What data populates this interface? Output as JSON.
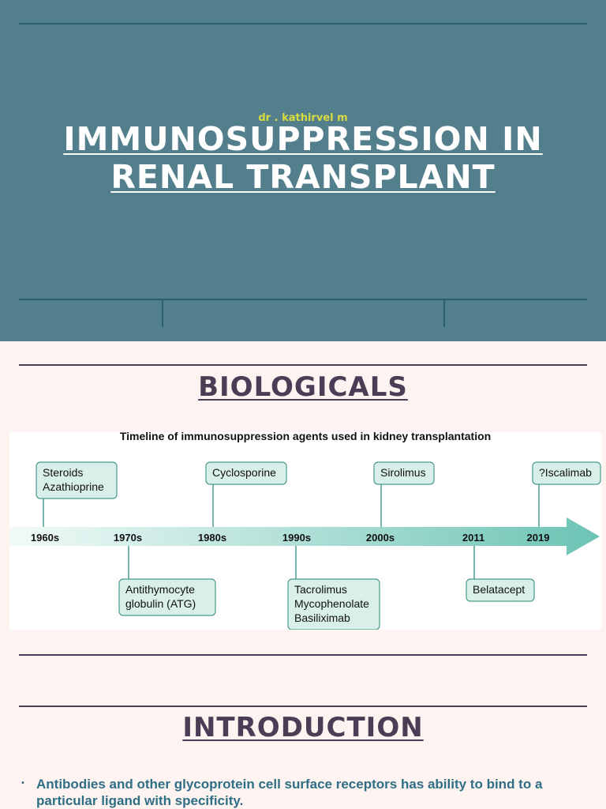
{
  "slide1": {
    "author": "dr . kathirvel m",
    "title_line1": "IMMUNOSUPPRESSION IN",
    "title_line2": "RENAL TRANSPLANT"
  },
  "slide2": {
    "heading": "BIOLOGICALS",
    "figure_title": "Timeline of immunosuppression agents used in kidney transplantation",
    "decades": [
      "1960s",
      "1970s",
      "1980s",
      "1990s",
      "2000s",
      "2011",
      "2019"
    ],
    "above": [
      [
        "Steroids",
        "Azathioprine"
      ],
      [
        "Cyclosporine"
      ],
      [
        "Sirolimus"
      ],
      [
        "?Iscalimab"
      ]
    ],
    "below": [
      [
        "Antithymocyte",
        "globulin (ATG)"
      ],
      [
        "Tacrolimus",
        "Mycophenolate",
        "Basiliximab"
      ],
      [
        "Belatacept"
      ]
    ]
  },
  "slide3": {
    "heading": "INTRODUCTION",
    "bullet": "Antibodies and other glycoprotein cell surface receptors has ability to bind to a particular ligand with specificity."
  },
  "colors": {
    "slide1_bg": "#537f8d",
    "author": "#d9dc3f",
    "heading": "#4a3d55",
    "bullet_text": "#2f6f86",
    "box_fill": "#d8efea",
    "box_stroke": "#4a9a8c"
  }
}
